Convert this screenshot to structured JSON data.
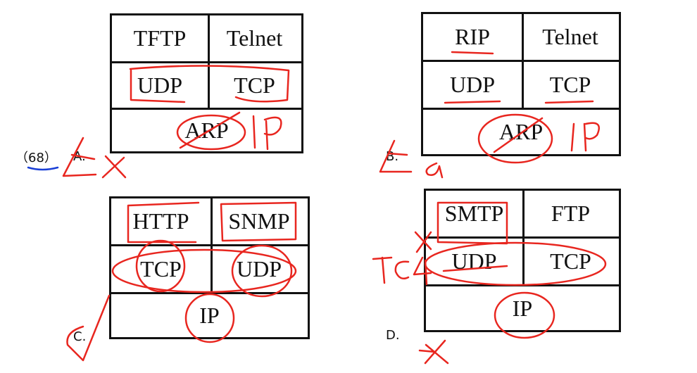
{
  "question": {
    "number": "（68）"
  },
  "options": [
    {
      "label": "A.",
      "top": [
        "TFTP",
        "Telnet"
      ],
      "mid": [
        "UDP",
        "TCP"
      ],
      "bottom": "ARP"
    },
    {
      "label": "B.",
      "top": [
        "RIP",
        "Telnet"
      ],
      "mid": [
        "UDP",
        "TCP"
      ],
      "bottom": "ARP"
    },
    {
      "label": "C.",
      "top": [
        "HTTP",
        "SNMP"
      ],
      "mid": [
        "TCP",
        "UDP"
      ],
      "bottom": "IP"
    },
    {
      "label": "D.",
      "top": [
        "SMTP",
        "FTP"
      ],
      "mid": [
        "UDP",
        "TCP"
      ],
      "bottom": "IP"
    }
  ],
  "handwriting": {
    "ink_color": "#e8261f",
    "underline_color": "#1a3fd6"
  }
}
